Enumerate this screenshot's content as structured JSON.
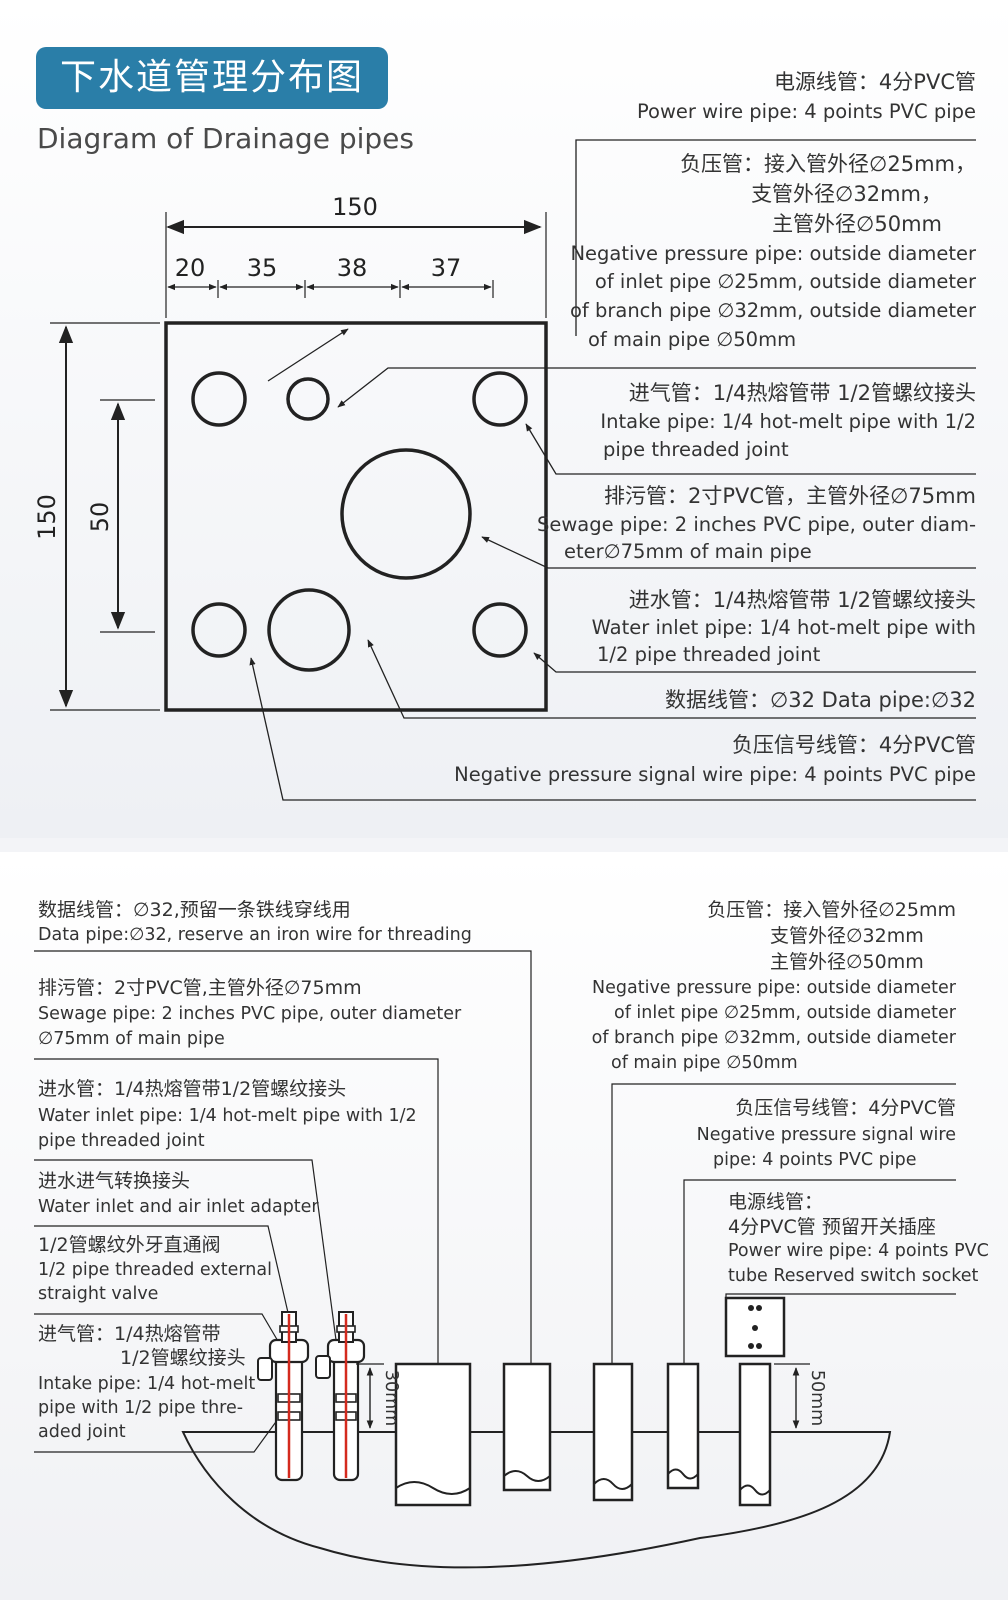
{
  "top": {
    "title_cn": "下水道管理分布图",
    "title_en": "Diagram of Drainage pipes",
    "dims": {
      "total_width": "150",
      "seg1": "20",
      "seg2": "35",
      "seg3": "38",
      "seg4": "37",
      "total_height": "150",
      "inner_height": "50"
    },
    "labels": {
      "power_cn": "电源线管：4分PVC管",
      "power_en": "Power wire pipe: 4 points PVC pipe",
      "neg_cn_1": "负压管：接入管外径∅25mm，",
      "neg_cn_2": "支管外径∅32mm，",
      "neg_cn_3": "主管外径∅50mm",
      "neg_en_1": "Negative pressure pipe: outside diameter",
      "neg_en_2": "of inlet pipe ∅25mm, outside diameter",
      "neg_en_3": "of branch pipe ∅32mm, outside diameter",
      "neg_en_4": "of main pipe ∅50mm",
      "intake_cn": "进气管：1/4热熔管带 1/2管螺纹接头",
      "intake_en_1": "Intake pipe: 1/4 hot-melt pipe with 1/2",
      "intake_en_2": "pipe threaded joint",
      "sewage_cn": "排污管：2寸PVC管，主管外径∅75mm",
      "sewage_en_1": "Sewage pipe: 2 inches PVC pipe, outer diam-",
      "sewage_en_2": "eter∅75mm of main pipe",
      "water_cn": "进水管：1/4热熔管带 1/2管螺纹接头",
      "water_en_1": "Water inlet pipe: 1/4 hot-melt pipe with",
      "water_en_2": "1/2 pipe threaded joint",
      "data_line": "数据线管：∅32  Data pipe:∅32",
      "negsig_cn": "负压信号线管：4分PVC管",
      "negsig_en": "Negative pressure signal wire pipe: 4 points PVC pipe"
    }
  },
  "bottom": {
    "dim_30": "30mm",
    "dim_50": "50mm",
    "labels": {
      "data_cn": "数据线管：∅32,预留一条铁线穿线用",
      "data_en": "Data pipe:∅32, reserve an iron wire for threading",
      "sewage_cn": "排污管：2寸PVC管,主管外径∅75mm",
      "sewage_en_1": "Sewage pipe: 2 inches PVC pipe, outer diameter",
      "sewage_en_2": "∅75mm of main pipe",
      "water_cn": "进水管：1/4热熔管带1/2管螺纹接头",
      "water_en_1": "Water inlet pipe: 1/4 hot-melt pipe with 1/2",
      "water_en_2": "pipe threaded joint",
      "adapter_cn": "进水进气转换接头",
      "adapter_en": "Water inlet and air inlet adapter",
      "valve_cn": "1/2管螺纹外牙直通阀",
      "valve_en_1": "1/2 pipe threaded external",
      "valve_en_2": "straight valve",
      "intake_cn_1": "进气管：1/4热熔管带",
      "intake_cn_2": "1/2管螺纹接头",
      "intake_en_1": "Intake pipe: 1/4 hot-melt",
      "intake_en_2": "pipe with 1/2 pipe thre-",
      "intake_en_3": "aded joint",
      "neg_cn_1": "负压管：接入管外径∅25mm",
      "neg_cn_2": "支管外径∅32mm",
      "neg_cn_3": "主管外径∅50mm",
      "neg_en_1": "Negative pressure pipe: outside diameter",
      "neg_en_2": "of inlet pipe ∅25mm, outside diameter",
      "neg_en_3": "of branch pipe ∅32mm, outside diameter",
      "neg_en_4": "of main pipe ∅50mm",
      "negsig_cn": "负压信号线管：4分PVC管",
      "negsig_en_1": "Negative pressure signal wire",
      "negsig_en_2": "pipe: 4 points PVC pipe",
      "power_cn_1": "电源线管：",
      "power_cn_2": "4分PVC管 预留开关插座",
      "power_en_1": "Power wire pipe: 4 points PVC",
      "power_en_2": "tube Reserved switch socket"
    }
  },
  "colors": {
    "badge": "#2a7ea8",
    "valve_stem": "#d42a1e",
    "line": "#222222"
  }
}
